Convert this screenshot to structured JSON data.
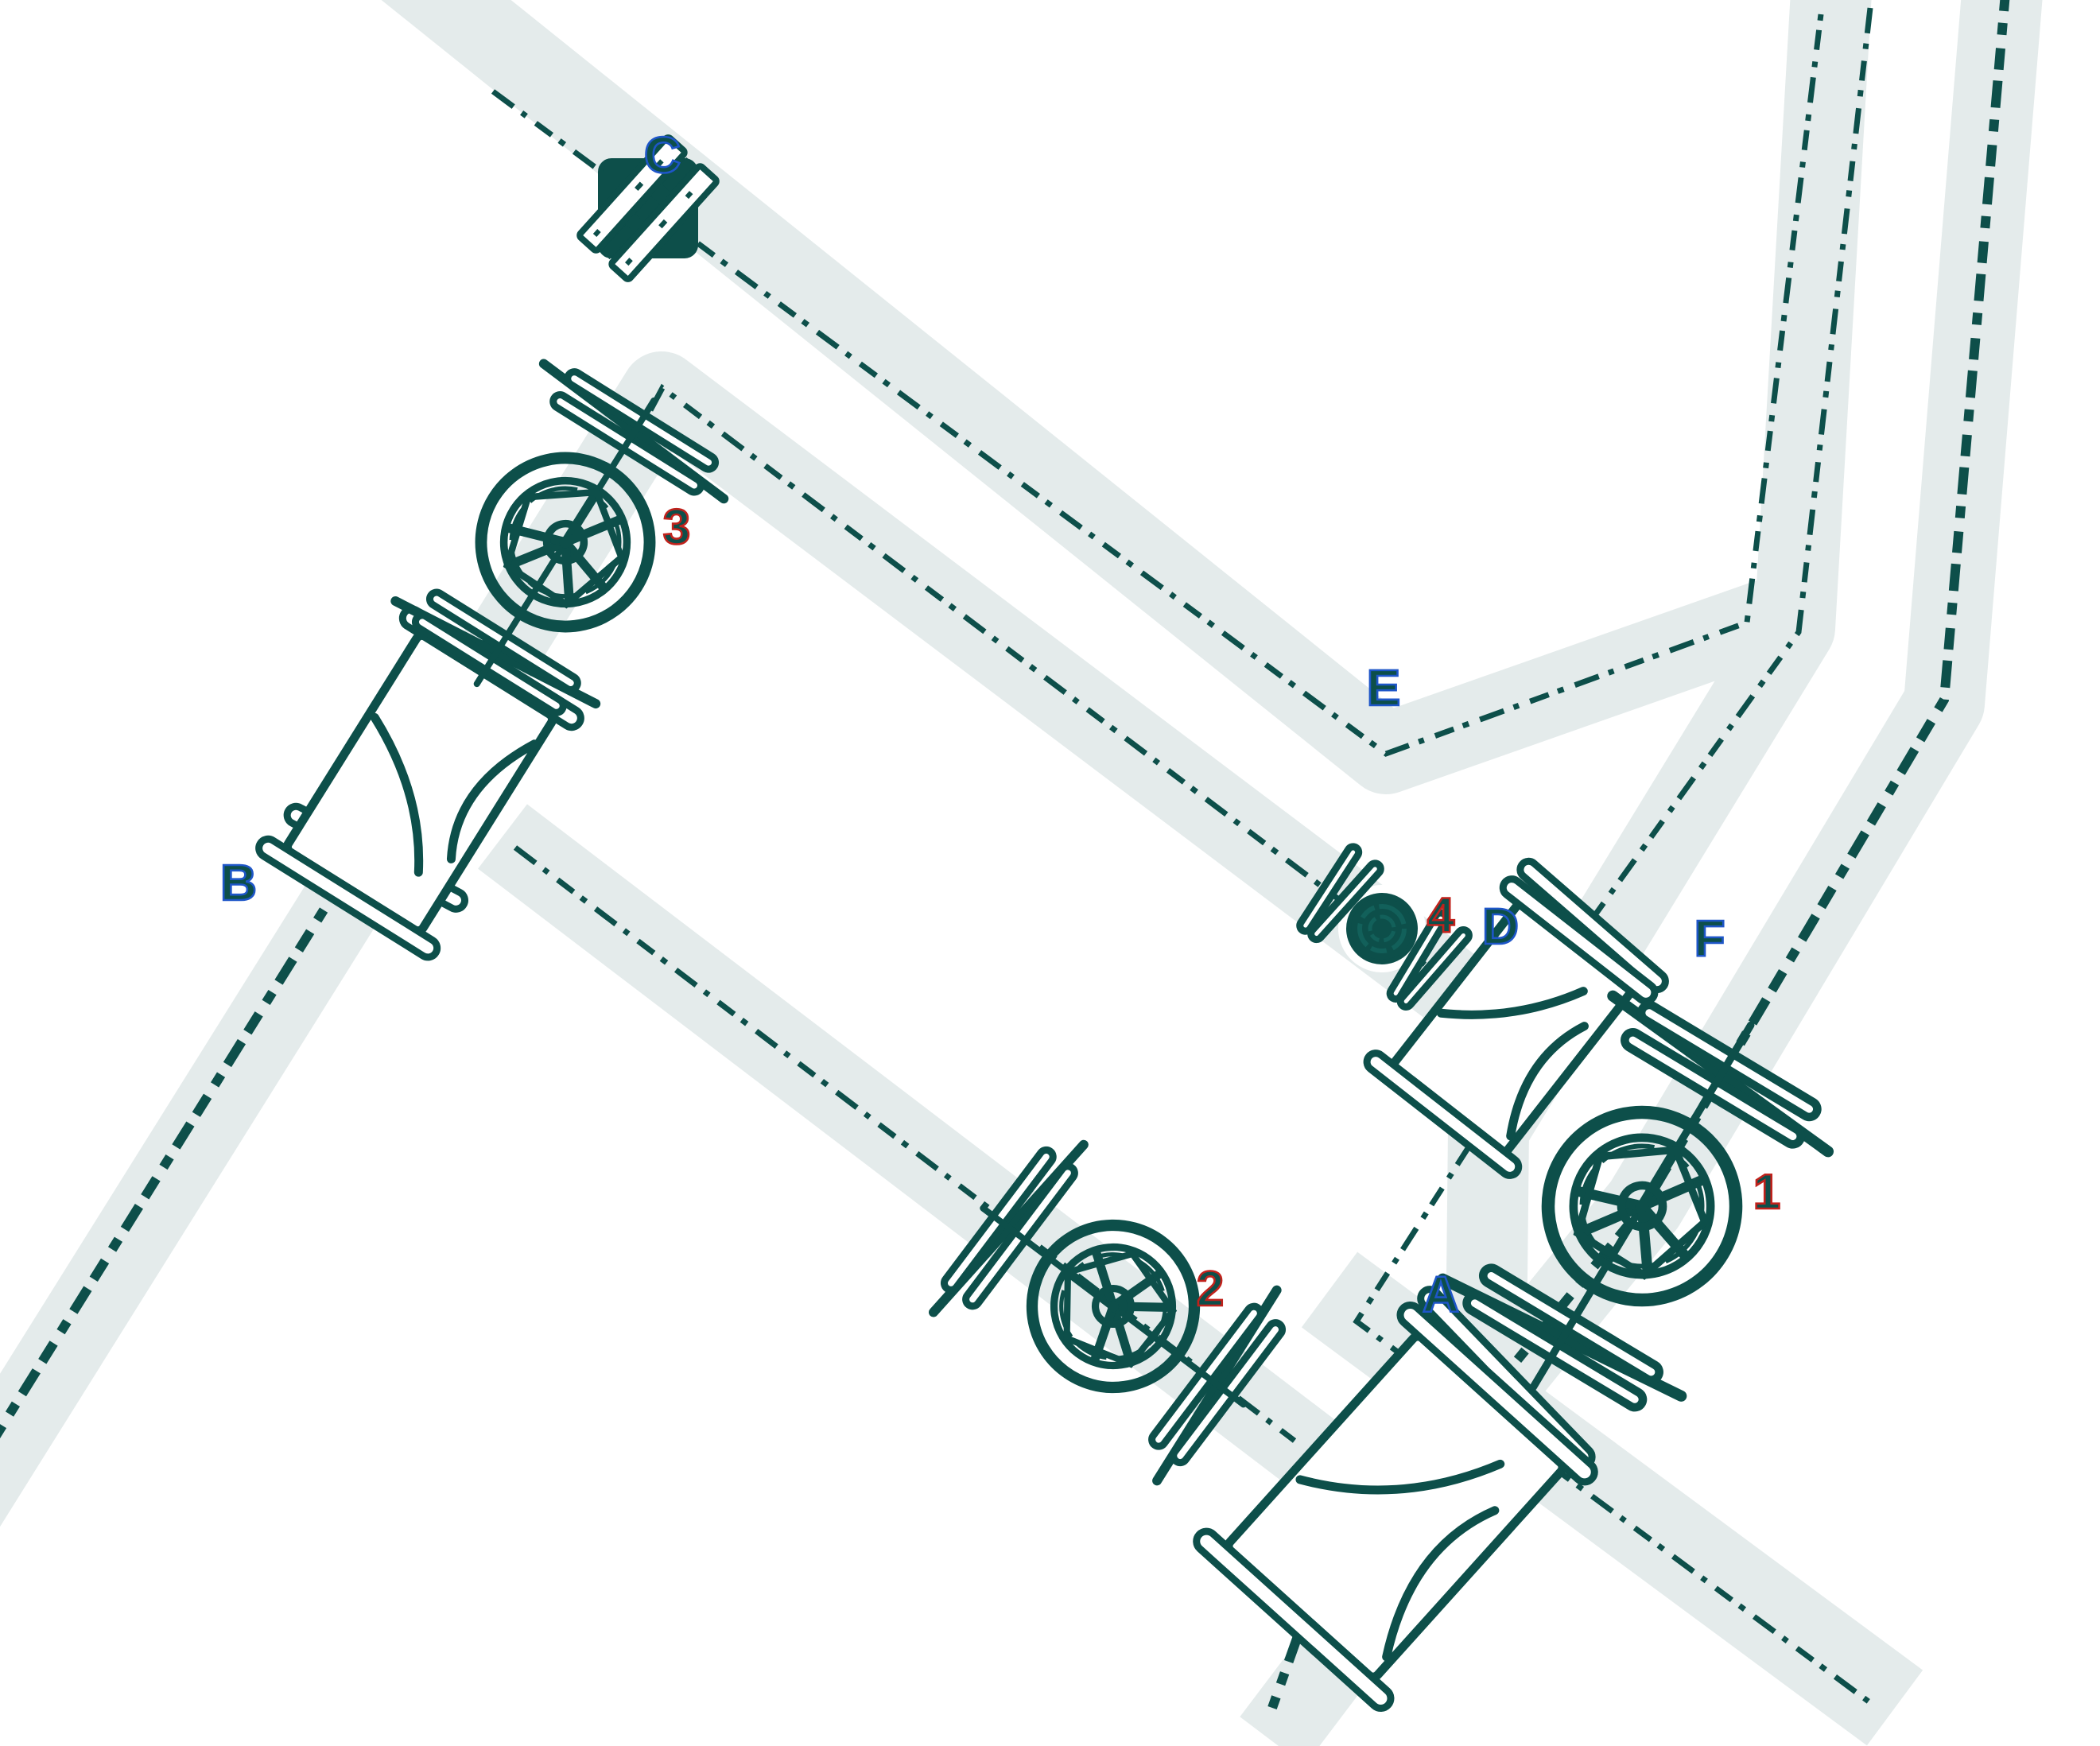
{
  "diagram": {
    "kind": "piping-network-plan",
    "background_color": "#ffffff",
    "line_color": "#0d4f4a",
    "corridor_color": "#e4ebeb",
    "letter_marker_outline_color": "#1e56c8",
    "number_marker_outline_color": "#c0221c"
  },
  "markers": [
    {
      "id": "A",
      "label": "A",
      "type": "letter"
    },
    {
      "id": "B",
      "label": "B",
      "type": "letter"
    },
    {
      "id": "C",
      "label": "C",
      "type": "letter"
    },
    {
      "id": "D",
      "label": "D",
      "type": "letter"
    },
    {
      "id": "E",
      "label": "E",
      "type": "letter"
    },
    {
      "id": "F",
      "label": "F",
      "type": "letter"
    },
    {
      "id": "1",
      "label": "1",
      "type": "number"
    },
    {
      "id": "2",
      "label": "2",
      "type": "number"
    },
    {
      "id": "3",
      "label": "3",
      "type": "number"
    },
    {
      "id": "4",
      "label": "4",
      "type": "number"
    }
  ],
  "components": [
    {
      "name": "inline-device-C",
      "symbol": "striped-square-meter"
    },
    {
      "name": "handwheel-valve-1",
      "symbol": "gate-valve-handwheel"
    },
    {
      "name": "handwheel-valve-2",
      "symbol": "gate-valve-handwheel"
    },
    {
      "name": "handwheel-valve-3",
      "symbol": "gate-valve-handwheel"
    },
    {
      "name": "small-valve-4",
      "symbol": "small-filled-valve"
    },
    {
      "name": "tee-fitting-near-B",
      "symbol": "flanged-tee"
    },
    {
      "name": "tee-fitting-near-D",
      "symbol": "flanged-tee"
    },
    {
      "name": "tee-fitting-near-A",
      "symbol": "flanged-tee"
    }
  ]
}
